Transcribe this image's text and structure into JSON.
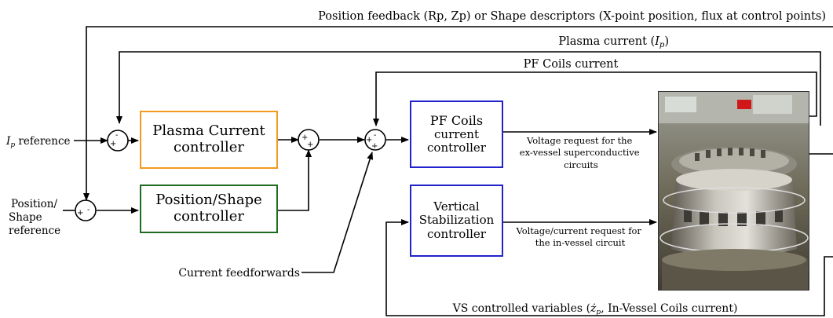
{
  "labels": {
    "position_feedback": "Position feedback (Rp, Zp) or Shape descriptors (X-point position, flux at control points)",
    "plasma_current": "Plasma current (",
    "plasma_current_symbol": "I",
    "plasma_current_sub": "p",
    "plasma_current_close": ")",
    "pf_coils_current": "PF Coils current",
    "ip_reference_symbol": "I",
    "ip_reference_sub": "p",
    "ip_reference_text": " reference",
    "position_shape_reference": [
      "Position/",
      "Shape",
      "reference"
    ],
    "current_feedforwards": "Current feedforwards",
    "voltage_request_pf": [
      "Voltage request for the",
      "ex-vessel superconductive",
      "circuits"
    ],
    "voltage_request_vs": [
      "Voltage/current request for",
      "the in-vessel circuit"
    ],
    "vs_controlled_pre": "VS controlled variables (",
    "vs_controlled_symbol": "ż",
    "vs_controlled_sub": "p",
    "vs_controlled_post": ", In-Vessel Coils current)"
  },
  "blocks": {
    "plasma_current_controller": [
      "Plasma Current",
      "controller"
    ],
    "position_shape_controller": [
      "Position/Shape",
      "controller"
    ],
    "pf_coils_controller": [
      "PF Coils",
      "current",
      "controller"
    ],
    "vertical_stabilization_controller": [
      "Vertical",
      "Stabilization",
      "controller"
    ]
  },
  "summing_junctions": {
    "ip_junction": {
      "top": "-",
      "left": "+"
    },
    "shape_junction": {
      "top": "",
      "left": "+",
      "right": "-"
    },
    "sum_junction": {
      "top": "+",
      "bottom": "+"
    },
    "pf_junction": {
      "top": "-",
      "left": "+",
      "bottom": "+"
    }
  },
  "colors": {
    "plasma_controller_border": "#f39a1e",
    "shape_controller_border": "#1f6b1f",
    "pf_vs_border": "#2222cc"
  }
}
